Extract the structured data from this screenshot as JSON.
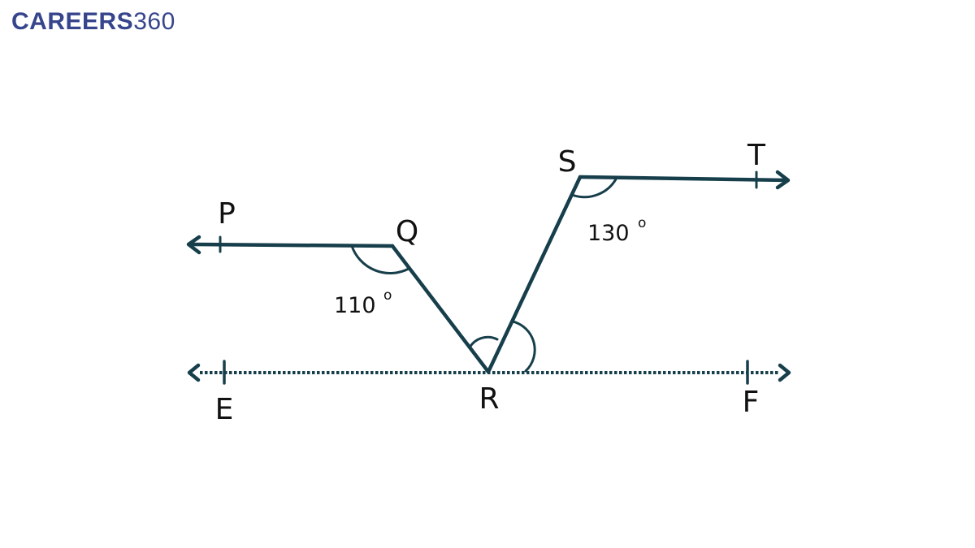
{
  "logo": {
    "word": "CAREERS",
    "number": "360",
    "color": "#36458c"
  },
  "diagram": {
    "stroke_color": "#173f4b",
    "points": {
      "P": "P",
      "Q": "Q",
      "R": "R",
      "S": "S",
      "T": "T",
      "E": "E",
      "F": "F"
    },
    "angles": {
      "pqr": {
        "value": "110",
        "degree": "o"
      },
      "rst": {
        "value": "130",
        "degree": "o"
      }
    }
  }
}
